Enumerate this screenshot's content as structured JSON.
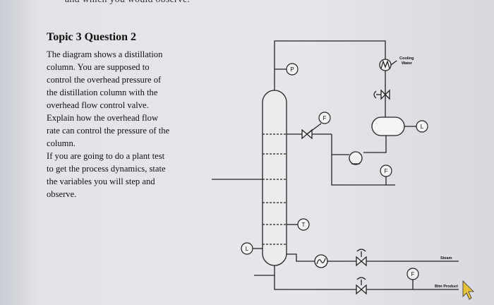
{
  "header": {
    "cut_text": "and which you would observe."
  },
  "question": {
    "title": "Topic 3 Question 2",
    "lines": [
      "The diagram shows a distillation",
      "column. You are supposed to",
      "control the overhead pressure of",
      "the distillation column with the",
      "overhead flow control valve.",
      "Explain how the overhead flow",
      "rate can control the pressure of the",
      "column.",
      "If you are going to do a plant test",
      "to get the process dynamics, state",
      "the variables you will step and",
      "observe."
    ]
  },
  "diagram": {
    "instruments": {
      "pc_top": "P",
      "fc_reflux": "F",
      "lc_drum": "L",
      "fc_product": "F",
      "tc_column": "T",
      "lc_bottom": "L",
      "fc_bottoms": "F"
    },
    "labels": {
      "cooling_water_1": "Cooling",
      "cooling_water_2": "Water",
      "steam": "Steam",
      "btm_product": "Btm Product"
    },
    "colors": {
      "line": "#222222",
      "instrument_fill": "#f4f4f4"
    }
  }
}
